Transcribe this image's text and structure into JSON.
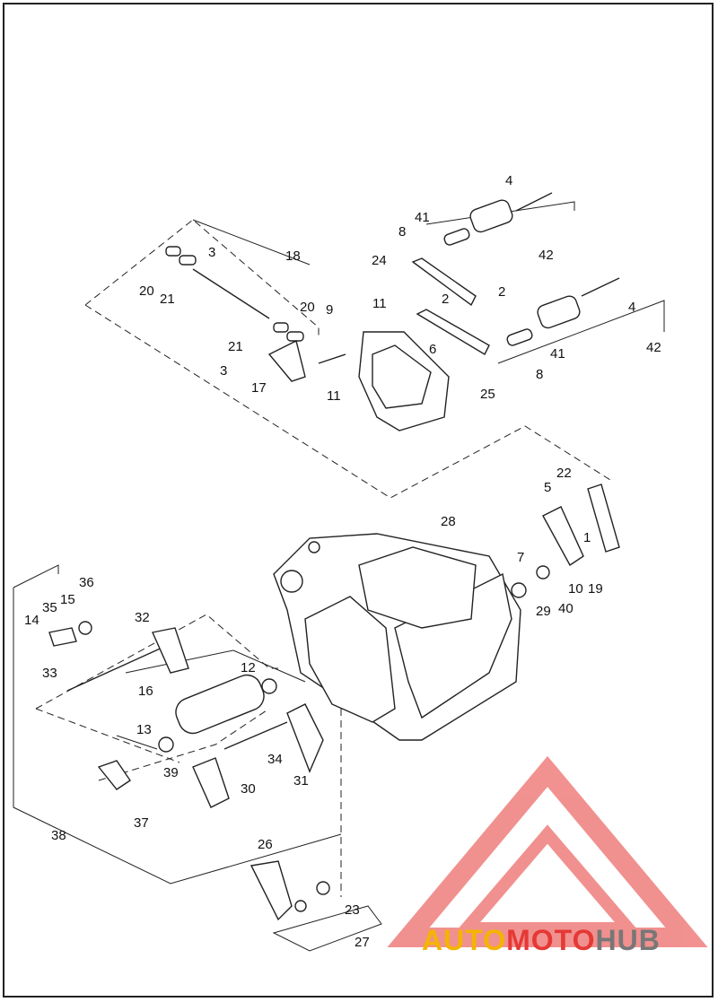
{
  "labels": {
    "n1": "1",
    "n2a": "2",
    "n2b": "2",
    "n3a": "3",
    "n3b": "3",
    "n4a": "4",
    "n4b": "4",
    "n5": "5",
    "n6": "6",
    "n7": "7",
    "n8a": "8",
    "n8b": "8",
    "n9": "9",
    "n10": "10",
    "n11a": "11",
    "n11b": "11",
    "n12": "12",
    "n13": "13",
    "n14": "14",
    "n15": "15",
    "n16": "16",
    "n17": "17",
    "n18": "18",
    "n19": "19",
    "n20a": "20",
    "n20b": "20",
    "n21a": "21",
    "n21b": "21",
    "n22": "22",
    "n23": "23",
    "n24": "24",
    "n25": "25",
    "n26": "26",
    "n27": "27",
    "n28": "28",
    "n29": "29",
    "n30": "30",
    "n31": "31",
    "n32": "32",
    "n33": "33",
    "n34": "34",
    "n35": "35",
    "n36": "36",
    "n37": "37",
    "n38": "38",
    "n39": "39",
    "n40": "40",
    "n41a": "41",
    "n41b": "41",
    "n42a": "42",
    "n42b": "42"
  },
  "watermark": {
    "part1": "AUTO",
    "part2": "MOTO",
    "part3": "HUB"
  },
  "colors": {
    "logo_red": "#e53935",
    "logo_yellow": "#f4b400",
    "logo_gray": "#777777"
  }
}
